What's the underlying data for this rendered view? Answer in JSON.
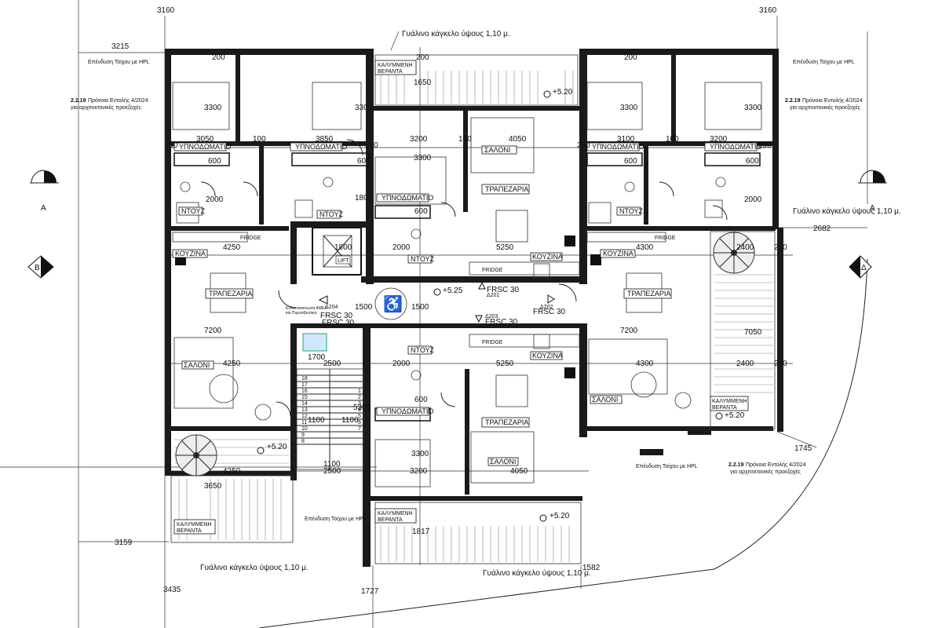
{
  "dims": {
    "top_left": "3160",
    "top_right": "3160",
    "left_3215": "3215",
    "bed_tl": "3300",
    "bed_tl2": "3300",
    "bed_tr": "3300",
    "bed_tr2": "3300",
    "veranda_top": "1650",
    "w3050": "3050",
    "w3850": "3850",
    "w3200": "3200",
    "w4050": "4050",
    "w3100": "3100",
    "w3200b": "3200",
    "w600a": "600",
    "w600b": "600",
    "w600c": "600",
    "w600d": "600",
    "w600e": "600",
    "w600f": "600",
    "h3300c": "3300",
    "h2000a": "2000",
    "h2000b": "2000",
    "h1800": "1800",
    "h1800b": "1800",
    "w4250a": "4250",
    "w4300a": "4300",
    "w2000a": "2000",
    "w5250a": "5250",
    "w2400a": "2400",
    "w1500a": "1500",
    "w1500b": "1500",
    "w7200a": "7200",
    "w7200b": "7200",
    "w7050": "7050",
    "w1700": "1700",
    "w2500a": "2500",
    "w2000b": "2000",
    "w5250b": "5250",
    "w4250b": "4250",
    "w4300b": "4300",
    "w2400b": "2400",
    "w5300": "5300",
    "w1100a": "1100",
    "w1100b": "1100",
    "w1100c": "1100",
    "w2500b": "2500",
    "w3300d": "3300",
    "w3200c": "3200",
    "w4050b": "4050",
    "w4250c": "4250",
    "w3650": "3650",
    "veranda_bot": "1817",
    "d3159": "3159",
    "d3435": "3435",
    "d1727": "1727",
    "d1582": "1582",
    "d1745": "1745",
    "d2682": "2682",
    "w250": "250",
    "w100": "100",
    "w200": "200"
  },
  "rooms": {
    "bedroom": "ΥΠΝΟΔΩΜΑΤΙΟ",
    "living": "ΣΑΛΟΝΙ",
    "dining": "ΤΡΑΠΕΖΑΡΙΑ",
    "kitchen": "ΚΟΥΖΙΝΑ",
    "wc": "ΝΤΟΥΖ",
    "veranda_1": "ΚΑΛΥΜΜΕΝΗ",
    "veranda_2": "ΒΕΡΑΝΤΑ",
    "lift": "LIFT",
    "fridge": "FRIDGE"
  },
  "notes": {
    "glass_rail": "Γυάλινο κάγκελο ύψους 1,10 μ.",
    "hpl": "Επένδυση Τοίχου με HPL",
    "prov_num": "2.2.19",
    "prov_text": "Πρόνοια Εντολής 4/2024",
    "prov_text2": "για αρχιτεκτονικές προεξοχές",
    "level": "+5.20",
    "level2": "+5.25",
    "frsc": "FRSC 30",
    "amea_1": "Ενδοεπικοινωνία ΑΜΕΑ",
    "amea_2": "και Πυροσβεστική",
    "d201": "Δ201",
    "d202": "Δ202",
    "d203": "Δ203",
    "d204": "Δ204"
  },
  "section_marks": {
    "a": "A",
    "b": "B",
    "d": "Δ"
  },
  "stair_numbers": [
    "1",
    "2",
    "3",
    "4",
    "5",
    "6",
    "7",
    "8",
    "9",
    "10",
    "11",
    "12",
    "13",
    "14",
    "15",
    "16",
    "17",
    "18"
  ]
}
